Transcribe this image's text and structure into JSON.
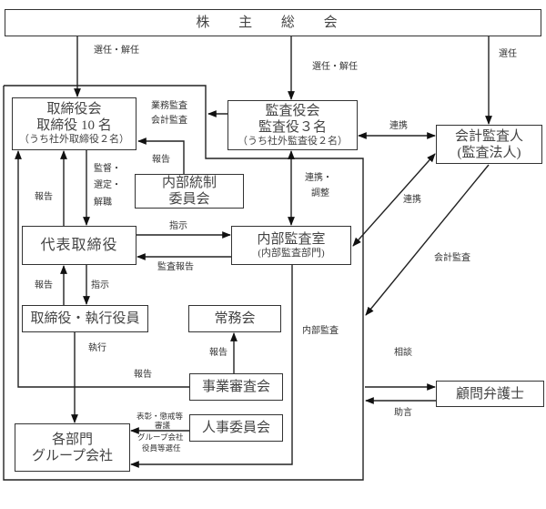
{
  "nodes": {
    "shareholders_meeting": "株 主 総 会",
    "board": {
      "line1": "取締役会",
      "line2": "取締役 10 名",
      "note": "（うち社外取締役２名）"
    },
    "audit_board": {
      "line1": "監査役会",
      "line2": "監査役３名",
      "note": "（うち社外監査役２名）"
    },
    "accounting_auditor": {
      "line1": "会計監査人",
      "line2": "(監査法人)"
    },
    "internal_control_committee": {
      "line1": "内部統制",
      "line2": "委員会"
    },
    "representative_director": "代表取締役",
    "internal_audit_office": {
      "line1": "内部監査室",
      "line2": "(内部監査部門)"
    },
    "directors_officers": "取締役・執行役員",
    "executive_committee": "常務会",
    "business_review_committee": "事業審査会",
    "personnel_committee": "人事委員会",
    "departments": {
      "line1": "各部門",
      "line2": "グループ会社"
    },
    "legal_counsel": "顧問弁護士"
  },
  "edge_labels": {
    "appoint_dismiss_board": "選任・解任",
    "appoint_dismiss_audit": "選任・解任",
    "appoint_auditor": "選任",
    "audit_to_board": [
      "業務監査",
      "会計監査"
    ],
    "coop_audit_accounting": "連携",
    "coop_adjust": [
      "連携・",
      "調整"
    ],
    "coop_internal_accounting": "連携",
    "accounting_audit": "会計監査",
    "icc_report": "報告",
    "supervise": [
      "監督・",
      "選定・",
      "解職"
    ],
    "report_rep_to_board": "報告",
    "instruct_internal": "指示",
    "audit_report": "監査報告",
    "report_directors": "報告",
    "instruct_directors": "指示",
    "execute": "執行",
    "report_exec_committee": "報告",
    "report_board": "報告",
    "internal_audit": "内部監査",
    "personnel": [
      "表彰・懲戒等",
      "審議",
      "グループ会社",
      "役員等選任"
    ],
    "consult": "相談",
    "advice": "助言"
  },
  "edges": [
    {
      "from": "shareholders_meeting",
      "to": "board",
      "label": "選任・解任"
    },
    {
      "from": "shareholders_meeting",
      "to": "audit_board",
      "label": "選任・解任"
    },
    {
      "from": "shareholders_meeting",
      "to": "accounting_auditor",
      "label": "選任"
    },
    {
      "from": "audit_board",
      "to": "board",
      "label": "業務監査 / 会計監査"
    },
    {
      "from": "audit_board",
      "to": "accounting_auditor",
      "label": "連携",
      "bidirectional": true
    },
    {
      "from": "audit_board",
      "to": "internal_audit_office",
      "label": "連携・調整",
      "bidirectional": true
    },
    {
      "from": "internal_audit_office",
      "to": "accounting_auditor",
      "label": "連携",
      "bidirectional": true
    },
    {
      "from": "accounting_auditor",
      "to": "company_group",
      "label": "会計監査"
    },
    {
      "from": "internal_control_committee",
      "to": "board",
      "label": "報告"
    },
    {
      "from": "board",
      "to": "representative_director",
      "label": "監督・選定・解職"
    },
    {
      "from": "representative_director",
      "to": "board",
      "label": "報告"
    },
    {
      "from": "representative_director",
      "to": "internal_audit_office",
      "label": "指示"
    },
    {
      "from": "internal_audit_office",
      "to": "representative_director",
      "label": "監査報告"
    },
    {
      "from": "directors_officers",
      "to": "representative_director",
      "label": "報告"
    },
    {
      "from": "representative_director",
      "to": "directors_officers",
      "label": "指示"
    },
    {
      "from": "directors_officers",
      "to": "departments",
      "label": "執行"
    },
    {
      "from": "business_review_committee",
      "to": "executive_committee",
      "label": "報告"
    },
    {
      "from": "business_review_committee",
      "to": "board",
      "label": "報告"
    },
    {
      "from": "internal_audit_office",
      "to": "departments",
      "label": "内部監査"
    },
    {
      "from": "personnel_committee",
      "to": "departments",
      "label": "表彰・懲戒等審議 / グループ会社役員等選任"
    },
    {
      "from": "company_group",
      "to": "legal_counsel",
      "label": "相談"
    },
    {
      "from": "legal_counsel",
      "to": "company_group",
      "label": "助言"
    }
  ]
}
